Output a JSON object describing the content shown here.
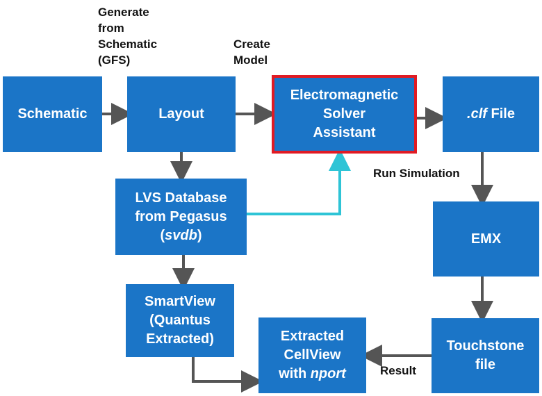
{
  "colors": {
    "box_fill": "#1b75c7",
    "box_text": "#ffffff",
    "arrow": "#555555",
    "highlight_arrow": "#2ec4d6",
    "highlight_border": "#e01b24"
  },
  "nodes": {
    "schematic": {
      "line1": "Schematic"
    },
    "layout": {
      "line1": "Layout"
    },
    "emsa": {
      "line1": "Electromagnetic",
      "line2": "Solver",
      "line3": "Assistant"
    },
    "clf": {
      "italic": ".clf",
      "rest": " File"
    },
    "lvs": {
      "line1": "LVS Database",
      "line2": "from Pegasus",
      "line3_open": "(",
      "line3_italic": "svdb",
      "line3_close": ")"
    },
    "emx": {
      "line1": "EMX"
    },
    "smartview": {
      "line1": "SmartView",
      "line2": "(Quantus",
      "line3": "Extracted)"
    },
    "extracted": {
      "line1": "Extracted",
      "line2": "CellView",
      "line3_plain": "with ",
      "line3_italic": "nport"
    },
    "touchstone": {
      "line1": "Touchstone",
      "line2": "file"
    }
  },
  "labels": {
    "gfs": {
      "line1": "Generate",
      "line2": "from",
      "line3": "Schematic",
      "line4": "(GFS)"
    },
    "create_model": {
      "line1": "Create",
      "line2": "Model"
    },
    "run_simulation": "Run Simulation",
    "result": "Result"
  }
}
